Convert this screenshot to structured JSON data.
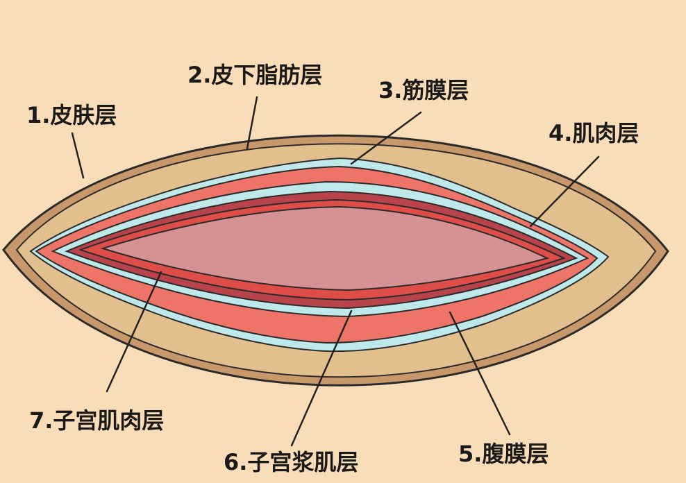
{
  "labels": {
    "skin": "1.皮肤层",
    "subcutaneous_fat": "2.皮下脂肪层",
    "fascia": "3.筋膜层",
    "muscle": "4.肌肉层",
    "peritoneum": "5.腹膜层",
    "uterine_serosa": "6.子宫浆肌层",
    "uterine_muscle": "7.子宫肌肉层"
  },
  "colors": {
    "background": "#f9dcb8",
    "skin_outline": "#c9986a",
    "fat": "#e2c08d",
    "fascia": "#bfe8ea",
    "muscle": "#ee7468",
    "peritoneum": "#bfe8ea",
    "serosa": "#b8434a",
    "uterine_muscle": "#de4d48",
    "cavity": "#d59193",
    "line": "#222222"
  }
}
